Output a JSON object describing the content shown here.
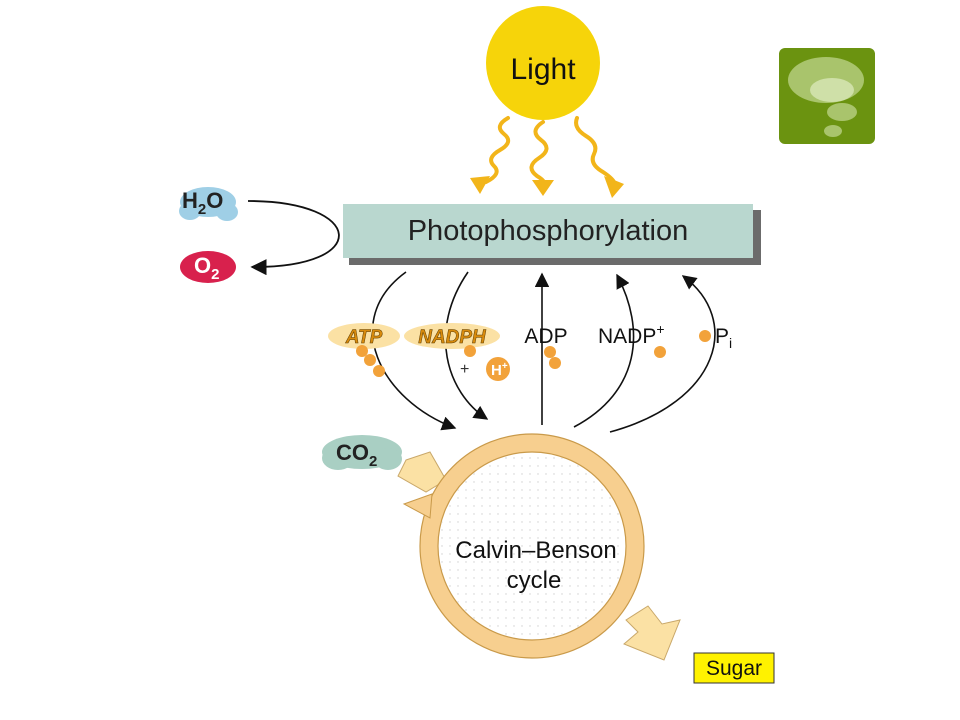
{
  "diagram": {
    "light": "Light",
    "process": "Photophosphorylation",
    "water": {
      "pre": "H",
      "sub": "2",
      "post": "O"
    },
    "oxygen": {
      "pre": "O",
      "sub": "2"
    },
    "atp": "ATP",
    "nadph": "NADPH",
    "adp": "ADP",
    "nadp": {
      "base": "NADP",
      "sup": "+"
    },
    "pi": {
      "base": "P",
      "sub": "i"
    },
    "plus": "+",
    "hplus": "H",
    "hplus_sup": "+",
    "co2": {
      "pre": "CO",
      "sub": "2"
    },
    "cycle_line1": "Calvin–Benson",
    "cycle_line2": "cycle",
    "sugar": "Sugar"
  },
  "colors": {
    "sun": "#f6d40a",
    "process_bar": "#b9d7cf",
    "water": "#9fcfe6",
    "oxygen": "#d8214d",
    "cycle_ring": "#f7cf8f",
    "co2": "#a9cfc3",
    "sugar": "#fff200",
    "orange": "#f2a23a",
    "corner_icon": "#6b9310"
  },
  "icons": [
    "thought-bubble-icon"
  ]
}
